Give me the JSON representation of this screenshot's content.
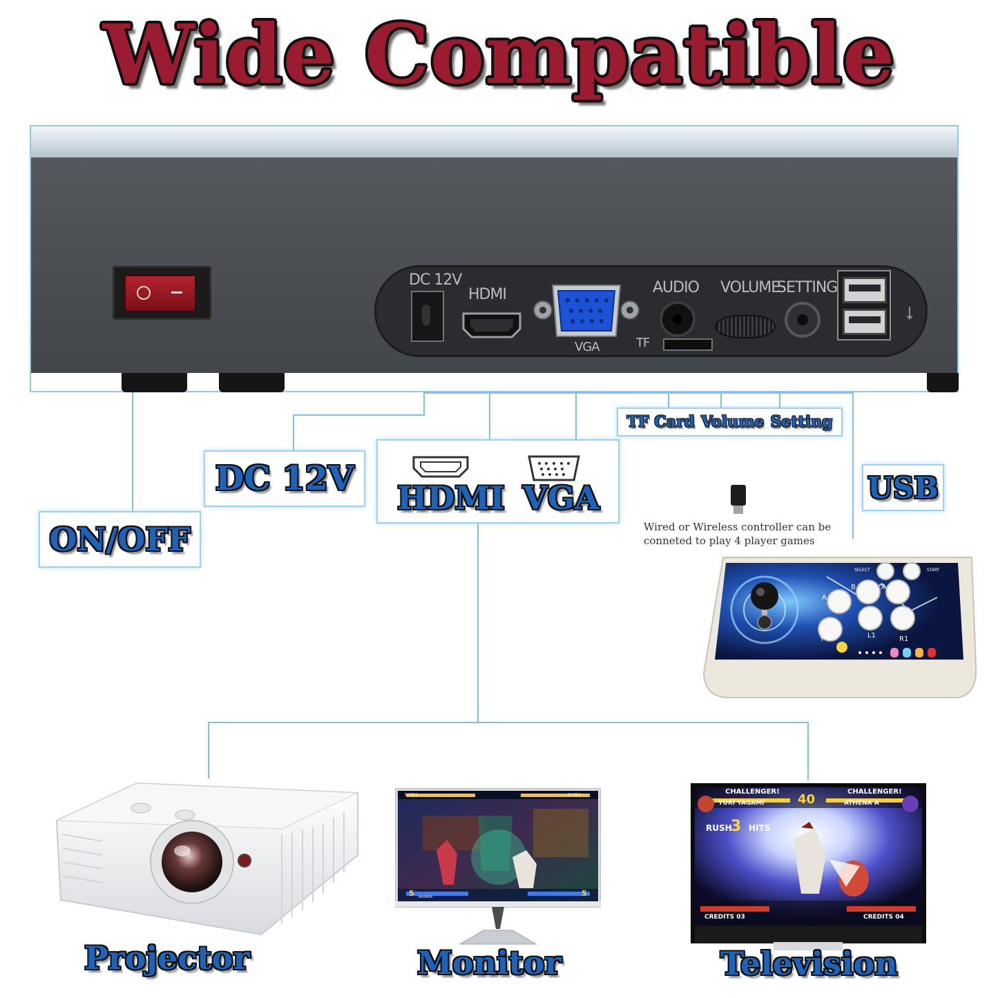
{
  "headline": "Wide Compatible",
  "panel": {
    "port_labels": {
      "dc": "DC 12V",
      "hdmi": "HDMI",
      "vga": "VGA",
      "audio": "AUDIO",
      "tf": "TF",
      "volume": "VOLUME",
      "setting": "SETTING"
    }
  },
  "callouts": {
    "on_off": "ON/OFF",
    "dc": "DC 12V",
    "hdmi": "HDMI",
    "vga": "VGA",
    "tf_card": "TF Card",
    "volume": "Volume",
    "setting": "Setting",
    "usb": "USB"
  },
  "note": {
    "line1": "Wired or Wireless controller can be",
    "line2": "conneted to play 4 player games"
  },
  "controller": {
    "labels": [
      "SELECT",
      "START",
      "A",
      "B",
      "X",
      "Y",
      "L1",
      "R1"
    ]
  },
  "devices": [
    {
      "name": "Projector"
    },
    {
      "name": "Monitor"
    },
    {
      "name": "Television"
    }
  ],
  "screens": {
    "monitor": {
      "p1": "PLAYER 1",
      "p2": "PLAYER 2",
      "left_stock": "5",
      "right_stock": "5",
      "gauge": "MAXIMUM"
    },
    "tv": {
      "top_left": "CHALLENGER!",
      "top_right": "CHALLENGER!",
      "name_left": "YURI YAGAMI",
      "name_right": "ATHENA A",
      "timer": "40",
      "rush": "RUSH",
      "hits_num": "3",
      "hits": "HITS",
      "credits_left": "CREDITS 03",
      "credits_right": "CREDITS 04"
    }
  },
  "colors": {
    "headline": "#9b1b30",
    "label": "#1f63b8",
    "connector": "#7fc0ea"
  }
}
